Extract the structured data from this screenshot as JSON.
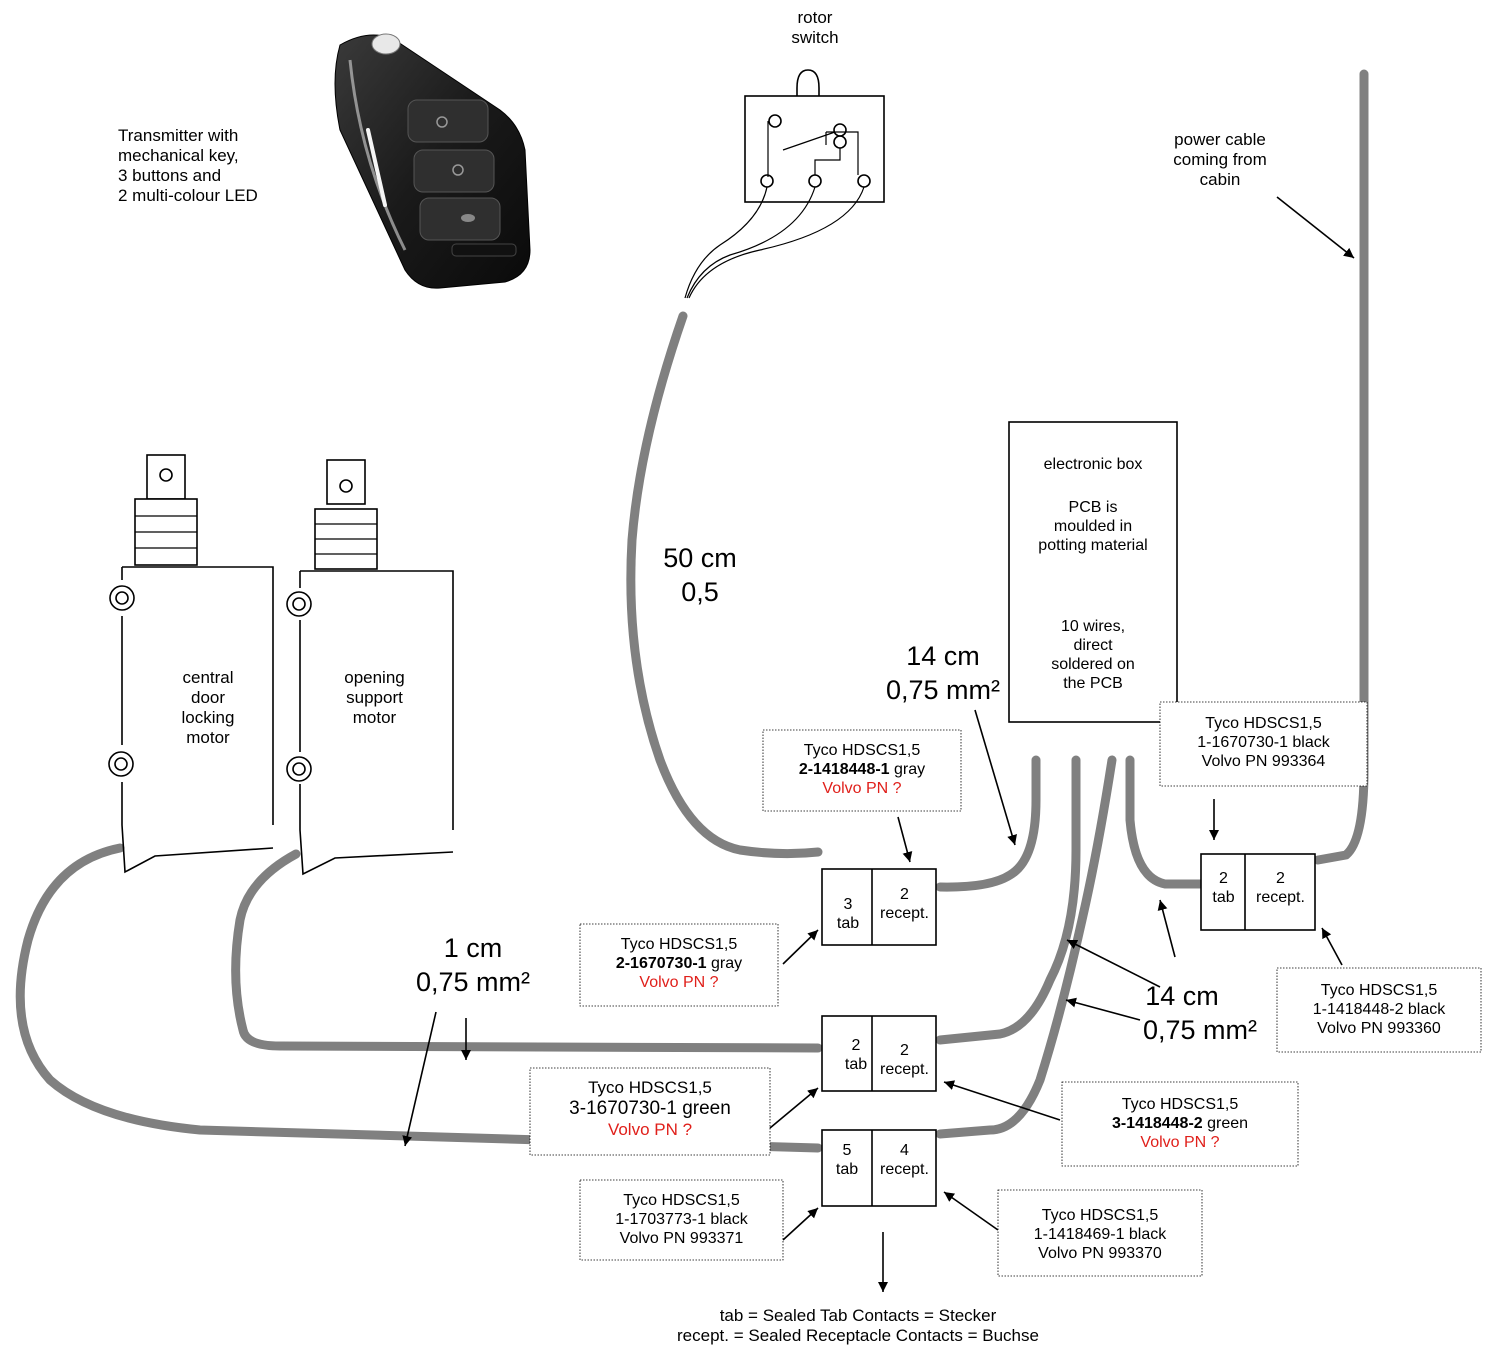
{
  "transmitter": {
    "description": [
      "Transmitter with",
      "mechanical key,",
      "3 buttons and",
      "2 multi-colour LED"
    ]
  },
  "rotor_switch": {
    "label": [
      "rotor",
      "switch"
    ]
  },
  "power_cable": {
    "label": [
      "power cable",
      "coming from",
      "cabin"
    ]
  },
  "electronic_box": {
    "title": "electronic box",
    "pcb": [
      "PCB is",
      "moulded in",
      "potting material"
    ],
    "wires": [
      "10 wires,",
      "direct",
      "soldered on",
      "the PCB"
    ]
  },
  "motors": {
    "central": [
      "central",
      "door",
      "locking",
      "motor"
    ],
    "opening": [
      "opening",
      "support",
      "motor"
    ]
  },
  "cable_specs": {
    "rotor": [
      "50 cm",
      "0,5"
    ],
    "upper": [
      "14 cm",
      "0,75 mm²"
    ],
    "lower": [
      "14 cm",
      "0,75 mm²"
    ],
    "motor": [
      "1 cm",
      "0,75 mm²"
    ]
  },
  "connectors": {
    "c1": {
      "left": [
        "3",
        "tab"
      ],
      "right": [
        "2",
        "recept."
      ]
    },
    "c2": {
      "left": [
        "2",
        "tab"
      ],
      "right": [
        "2",
        "recept."
      ]
    },
    "c3": {
      "left": [
        "5",
        "tab"
      ],
      "right": [
        "4",
        "recept."
      ]
    },
    "c4": {
      "left": [
        "2",
        "tab"
      ],
      "right": [
        "2",
        "recept."
      ]
    }
  },
  "part_labels": {
    "p1": {
      "line1": "Tyco HDSCS1,5",
      "pn": "2-1418448-1",
      "rest": " gray",
      "volvo": "Volvo PN ?"
    },
    "p2": {
      "line1": "Tyco HDSCS1,5",
      "pn": "2-1670730-1",
      "rest": "  gray",
      "volvo": "Volvo PN ?"
    },
    "p3": {
      "line1": "Tyco HDSCS1,5",
      "pn": "3-1670730-1 green",
      "volvo": "Volvo PN ?"
    },
    "p4": {
      "line1": "Tyco HDSCS1,5",
      "pn": "1-1703773-1  black",
      "volvo": "Volvo PN 993371"
    },
    "p5": {
      "line1": "Tyco HDSCS1,5",
      "pn": "3-1418448-2",
      "rest": "  green",
      "volvo": "Volvo PN ?"
    },
    "p6": {
      "line1": "Tyco HDSCS1,5",
      "pn": "1-1418469-1  black",
      "volvo": "Volvo PN 993370"
    },
    "p7": {
      "line1": "Tyco HDSCS1,5",
      "pn": "1-1670730-1  black",
      "volvo": "Volvo PN 993364"
    },
    "p8": {
      "line1": "Tyco HDSCS1,5",
      "pn": "1-1418448-2  black",
      "volvo": "Volvo PN 993360"
    }
  },
  "legend": [
    "tab = Sealed Tab Contacts = Stecker",
    "recept. = Sealed Receptacle Contacts = Buchse"
  ]
}
